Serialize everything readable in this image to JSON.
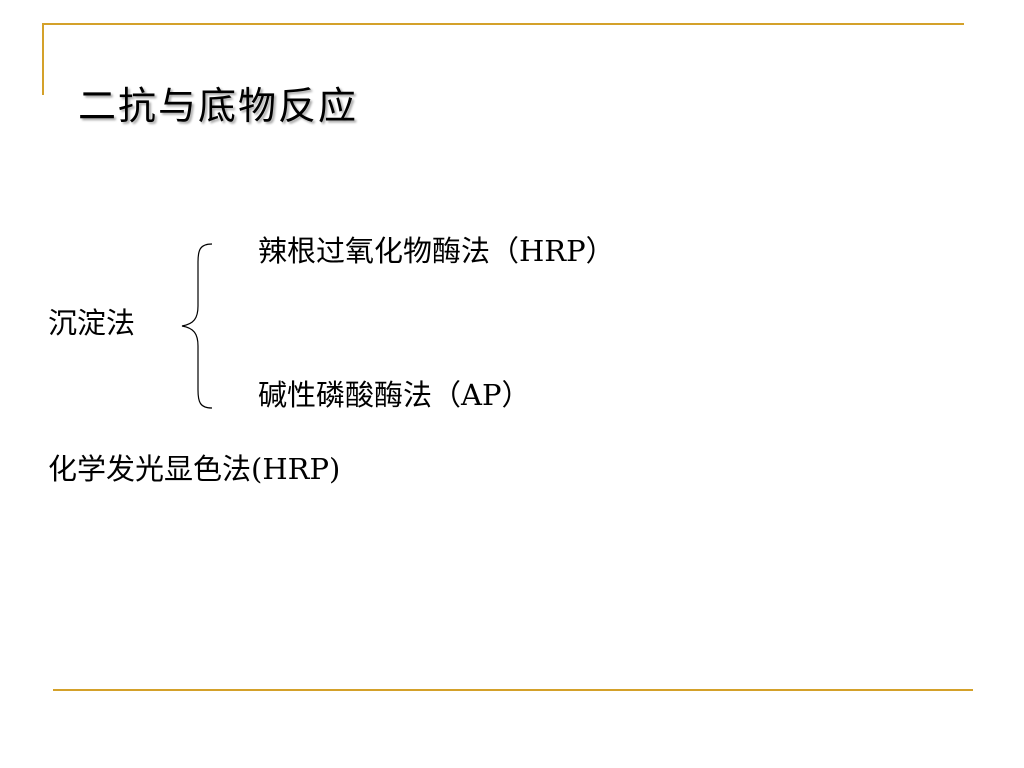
{
  "slide": {
    "title": "二抗与底物反应"
  },
  "content": {
    "precipitation_label": "沉淀法",
    "hrp_method": "辣根过氧化物酶法（HRP）",
    "ap_method": "碱性磷酸酶法（AP）",
    "chemiluminescence": "化学发光显色法(HRP)"
  },
  "colors": {
    "frame_line": "#d4a12a",
    "title_shadow": "#a9a9a9",
    "text": "#000000",
    "background": "#ffffff"
  }
}
